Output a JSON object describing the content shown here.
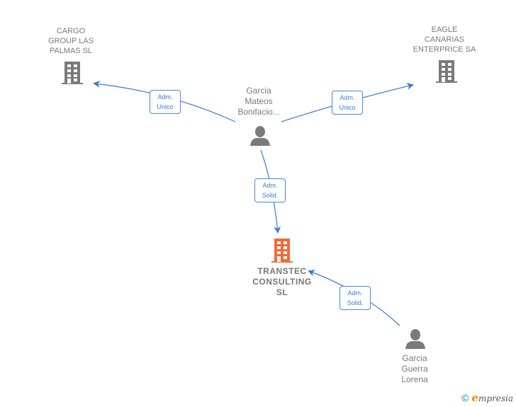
{
  "nodes": {
    "cargo": {
      "label_lines": [
        "CARGO",
        "GROUP LAS",
        "PALMAS SL"
      ],
      "type": "company",
      "icon": "building-icon"
    },
    "eagle": {
      "label_lines": [
        "EAGLE",
        "CANARIAS",
        "ENTERPRICE SA"
      ],
      "type": "company",
      "icon": "building-icon"
    },
    "mateos": {
      "label_lines": [
        "Garcia",
        "Mateos",
        "Bonifacio..."
      ],
      "type": "person",
      "icon": "person-icon"
    },
    "transtec": {
      "label_lines": [
        "TRANSTEC",
        "CONSULTING",
        "SL"
      ],
      "type": "company-main",
      "icon": "building-icon"
    },
    "lorena": {
      "label_lines": [
        "Garcia",
        "Guerra",
        "Lorena"
      ],
      "type": "person",
      "icon": "person-icon"
    }
  },
  "edges": [
    {
      "from": "mateos",
      "to": "cargo",
      "label_lines": [
        "Adm.",
        "Unico"
      ]
    },
    {
      "from": "mateos",
      "to": "eagle",
      "label_lines": [
        "Adm.",
        "Unico"
      ]
    },
    {
      "from": "mateos",
      "to": "transtec",
      "label_lines": [
        "Adm.",
        "Solid."
      ]
    },
    {
      "from": "lorena",
      "to": "transtec",
      "label_lines": [
        "Adm.",
        "Solid."
      ]
    }
  ],
  "colors": {
    "edge": "#3b7bd6",
    "company_icon": "#7a7a7a",
    "main_icon": "#f26a3a",
    "person_icon": "#7a7a7a"
  },
  "footer": {
    "copyright": "©",
    "brand_initial": "e",
    "brand_rest": "mpresia"
  }
}
